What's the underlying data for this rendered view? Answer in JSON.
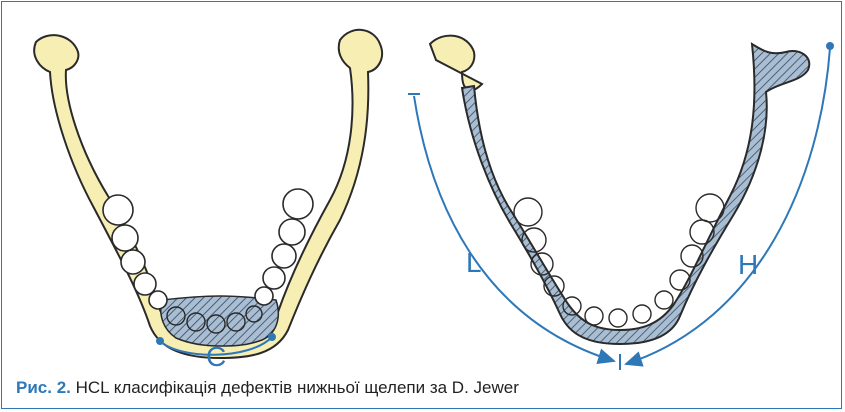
{
  "figure": {
    "caption_label": "Рис. 2.",
    "caption_text": "HCL класифікація дефектів нижньої щелепи за D. Jewer"
  },
  "left_diagram": {
    "segment_label": "C"
  },
  "right_diagram": {
    "segment_left_label": "L",
    "segment_right_label": "H"
  },
  "colors": {
    "bone": "#f6eeb2",
    "defect_hatch": "#9fb6cf",
    "accent": "#2f78b8",
    "outline": "#2a2a2a"
  }
}
